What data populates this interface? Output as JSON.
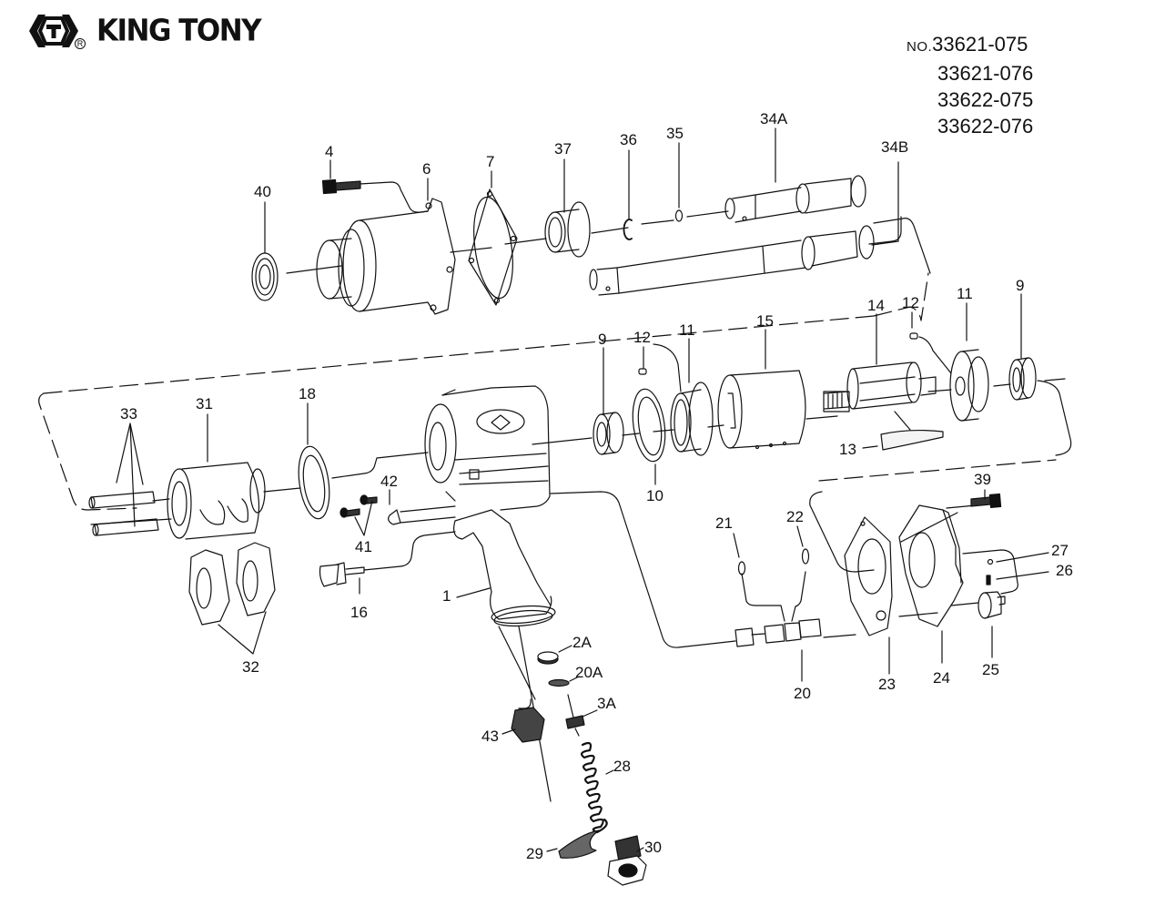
{
  "brand": {
    "name": "KING TONY",
    "registered_mark": "R"
  },
  "model_numbers": {
    "prefix": "NO.",
    "items": [
      "33621-075",
      "33621-076",
      "33622-075",
      "33622-076"
    ]
  },
  "diagram": {
    "type": "exploded parts diagram",
    "subject": "pneumatic impact wrench",
    "callouts": [
      {
        "id": "40",
        "label": "40"
      },
      {
        "id": "4",
        "label": "4"
      },
      {
        "id": "6",
        "label": "6"
      },
      {
        "id": "7",
        "label": "7"
      },
      {
        "id": "37",
        "label": "37"
      },
      {
        "id": "36",
        "label": "36"
      },
      {
        "id": "35",
        "label": "35"
      },
      {
        "id": "34A",
        "label": "34A"
      },
      {
        "id": "34B",
        "label": "34B"
      },
      {
        "id": "9a",
        "label": "9"
      },
      {
        "id": "12a",
        "label": "12"
      },
      {
        "id": "11a",
        "label": "11"
      },
      {
        "id": "15",
        "label": "15"
      },
      {
        "id": "14",
        "label": "14"
      },
      {
        "id": "12b",
        "label": "12"
      },
      {
        "id": "11b",
        "label": "11"
      },
      {
        "id": "9b",
        "label": "9"
      },
      {
        "id": "10",
        "label": "10"
      },
      {
        "id": "13",
        "label": "13"
      },
      {
        "id": "33",
        "label": "33"
      },
      {
        "id": "31",
        "label": "31"
      },
      {
        "id": "18",
        "label": "18"
      },
      {
        "id": "42",
        "label": "42"
      },
      {
        "id": "41",
        "label": "41"
      },
      {
        "id": "16",
        "label": "16"
      },
      {
        "id": "32",
        "label": "32"
      },
      {
        "id": "1",
        "label": "1"
      },
      {
        "id": "39",
        "label": "39"
      },
      {
        "id": "21",
        "label": "21"
      },
      {
        "id": "22",
        "label": "22"
      },
      {
        "id": "27",
        "label": "27"
      },
      {
        "id": "26",
        "label": "26"
      },
      {
        "id": "25",
        "label": "25"
      },
      {
        "id": "24",
        "label": "24"
      },
      {
        "id": "23",
        "label": "23"
      },
      {
        "id": "20",
        "label": "20"
      },
      {
        "id": "2A",
        "label": "2A"
      },
      {
        "id": "20A",
        "label": "20A"
      },
      {
        "id": "3A",
        "label": "3A"
      },
      {
        "id": "43",
        "label": "43"
      },
      {
        "id": "28",
        "label": "28"
      },
      {
        "id": "29",
        "label": "29"
      },
      {
        "id": "30",
        "label": "30"
      }
    ]
  }
}
